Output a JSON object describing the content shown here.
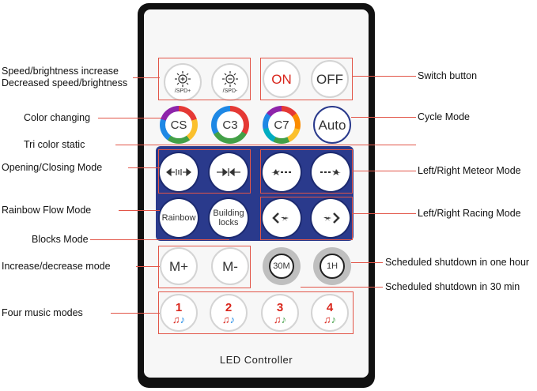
{
  "remote": {
    "title": "LED Controller",
    "buttons": {
      "spd_plus": "/SPD+",
      "spd_minus": "/SPD-",
      "on": "ON",
      "off": "OFF",
      "cs": "CS",
      "c3": "C3",
      "c7": "C7",
      "auto": "Auto",
      "rainbow": "Rainbow",
      "blocks_line1": "Building",
      "blocks_line2": "locks",
      "m_plus": "M+",
      "m_minus": "M-",
      "t30": "30M",
      "t1h": "1H",
      "music": [
        "1",
        "2",
        "3",
        "4"
      ]
    }
  },
  "callouts": {
    "speed_inc": "Speed/brightness increase",
    "speed_dec": "Decreased speed/brightness",
    "switch": "Switch button",
    "color_changing": "Color changing",
    "cycle": "Cycle Mode",
    "tri_static": "Tri color static",
    "open_close": "Opening/Closing Mode",
    "meteor": "Left/Right Meteor Mode",
    "rainbow_flow": "Rainbow Flow Mode",
    "racing": "Left/Right Racing Mode",
    "blocks": "Blocks Mode",
    "inc_dec": "Increase/decrease mode",
    "shutdown_1h": "Scheduled shutdown in one hour",
    "shutdown_30": "Scheduled shutdown in 30 min",
    "music": "Four music modes"
  },
  "colors": {
    "callout_line": "#e25548",
    "panel": "#2a3a8c",
    "accent_red": "#d9261c",
    "wheel": [
      "#e53935",
      "#fbc02d",
      "#43a047",
      "#1e88e5",
      "#8e24aa"
    ]
  },
  "icons": [
    "sun-icon",
    "arrows-icon",
    "meteor-icon",
    "racing-icon",
    "music-note-icon"
  ]
}
